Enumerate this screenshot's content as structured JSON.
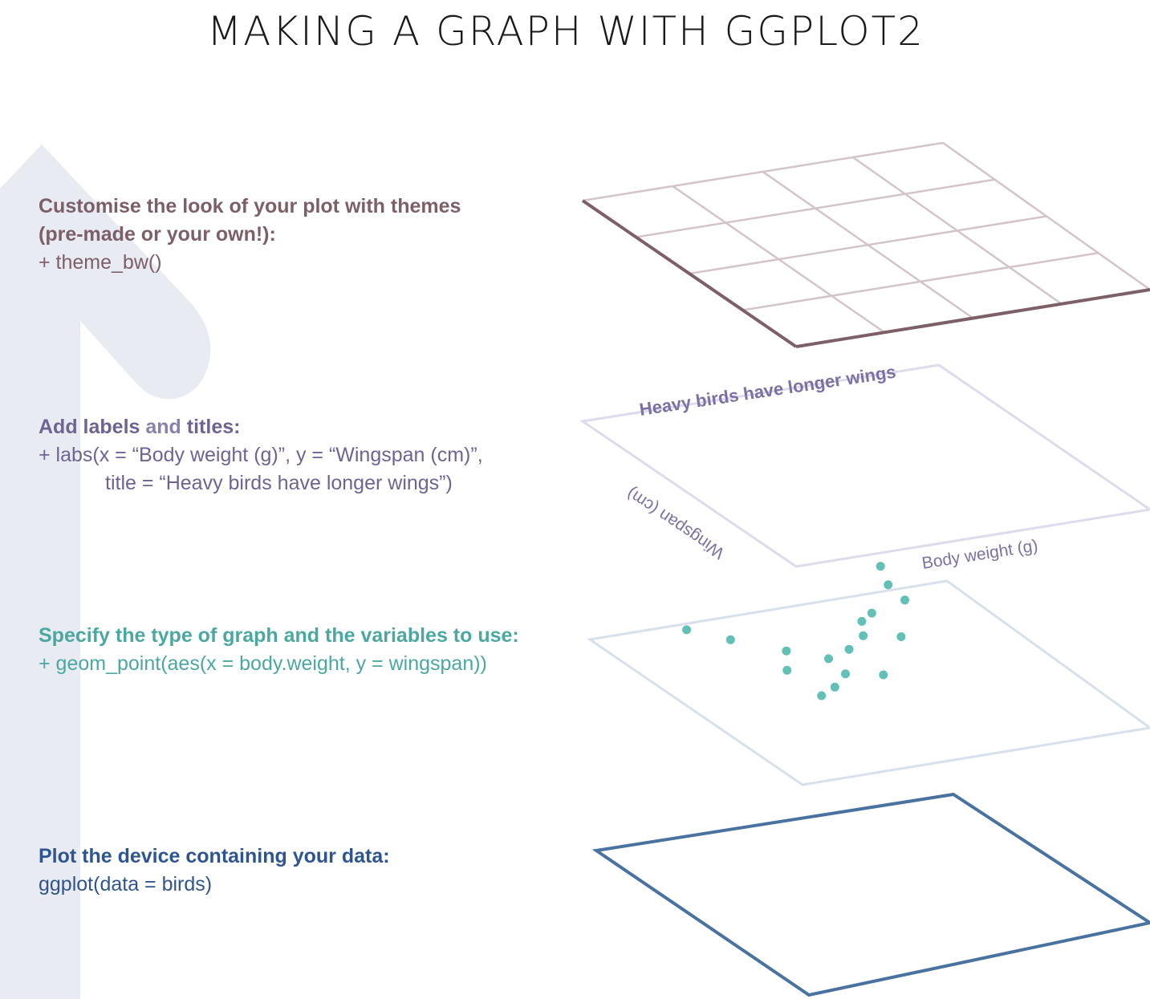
{
  "title": "MAKING A GRAPH WITH GGPLOT2",
  "colors": {
    "arrow": "#e8ecf2",
    "theme": "#7d5f67",
    "theme_grid": "#d3c4ca",
    "labels": "#6f6394",
    "labels_frame": "#dcdcec",
    "geom": "#4aa8a0",
    "geom_points": "#62c0b6",
    "geom_frame": "#d8e0ec",
    "data": "#2f5590",
    "data_frame": "#4a72a0"
  },
  "steps": {
    "theme": {
      "heading_line1": "Customise the look of your plot with themes",
      "heading_line2": "(pre-made or your own!):",
      "code": "+ theme_bw()"
    },
    "labels": {
      "heading_part1": "Add labels ",
      "heading_part2": "and",
      "heading_part3": " titles:",
      "code_line1": "+ labs(x = “Body weight (g)”, y = “Wingspan (cm)”,",
      "code_line2": "title = “Heavy birds have longer wings”)"
    },
    "geom": {
      "heading": "Specify the type of graph and the variables to use:",
      "code": "+ geom_point(aes(x = body.weight, y = wingspan))"
    },
    "data": {
      "heading": "Plot the device containing your data:",
      "code": "ggplot(data = birds)"
    }
  },
  "plot_labels": {
    "title": "Heavy birds have longer wings",
    "y_label": "Wingspan (cm)",
    "x_label": "Body weight (g)"
  },
  "chart_data": {
    "type": "scatter",
    "points": [
      {
        "x": 0.1,
        "y": 0.12
      },
      {
        "x": 0.2,
        "y": 0.16
      },
      {
        "x": 0.3,
        "y": 0.11
      },
      {
        "x": 0.33,
        "y": 0.22
      },
      {
        "x": 0.35,
        "y": 0.04
      },
      {
        "x": 0.4,
        "y": 0.12
      },
      {
        "x": 0.43,
        "y": 0.27
      },
      {
        "x": 0.45,
        "y": 0.22
      },
      {
        "x": 0.5,
        "y": 0.37
      },
      {
        "x": 0.55,
        "y": 0.3
      },
      {
        "x": 0.56,
        "y": 0.48
      },
      {
        "x": 0.58,
        "y": 0.56
      },
      {
        "x": 0.62,
        "y": 0.63
      },
      {
        "x": 0.66,
        "y": 0.56
      },
      {
        "x": 0.71,
        "y": 0.83
      },
      {
        "x": 0.73,
        "y": 0.78
      },
      {
        "x": 0.72,
        "y": 0.92
      }
    ]
  }
}
